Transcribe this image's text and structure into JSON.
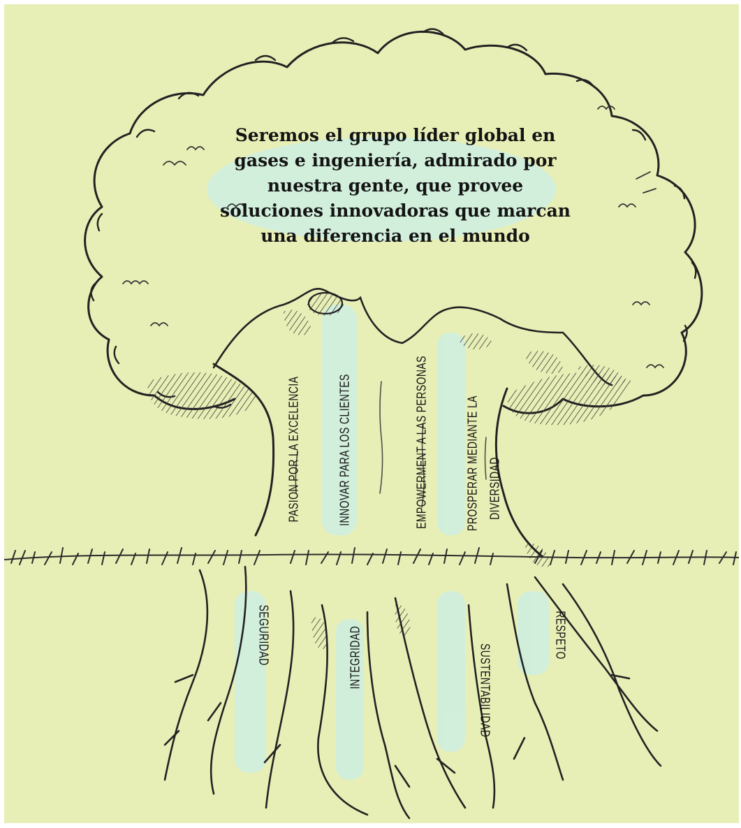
{
  "vision": {
    "lines": [
      "Seremos el grupo líder global en",
      "gases e ingeniería, admirado por",
      "nuestra gente, que provee",
      "soluciones innovadoras que marcan",
      "una diferencia en el mundo"
    ]
  },
  "trunk_values": [
    "PASION POR LA EXCELENCIA",
    "INNOVAR PARA LOS CLIENTES",
    "EMPOWERMENT A LAS PERSONAS",
    "PROSPERAR MEDIANTE LA",
    "DIVERSIDAD"
  ],
  "root_values": [
    "SEGURIDAD",
    "INTEGRIDAD",
    "SUSTENTABILIDAD",
    "RESPETO"
  ],
  "colors": {
    "background": "#e8efb6",
    "highlight": "#cfeee0",
    "ink": "#222222"
  }
}
